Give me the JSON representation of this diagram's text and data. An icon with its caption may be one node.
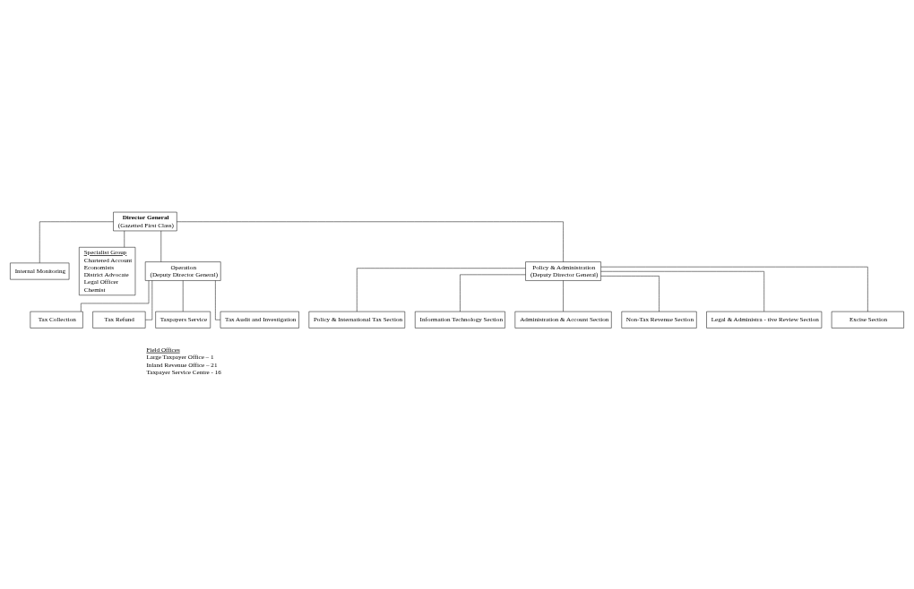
{
  "diagram": {
    "nodes": [
      {
        "text": [
          "Director General",
          "(Gazetted First Class)"
        ]
      },
      {
        "text": [
          "Internal Monitoring"
        ]
      },
      {
        "text": [
          "Specialist Group",
          "Chartered Account",
          "Economists",
          "District Advocate",
          "Legal Officer",
          "Chemist"
        ]
      },
      {
        "text": [
          "Operation",
          "(Deputy Director General)"
        ]
      },
      {
        "text": [
          "Policy & Administration",
          "(Deputy Director General)"
        ]
      },
      {
        "text": [
          "Tax Collection"
        ]
      },
      {
        "text": [
          "Tax Refund"
        ]
      },
      {
        "text": [
          "Taxpayers Service"
        ]
      },
      {
        "text": [
          "Tax Audit and Investigation"
        ]
      },
      {
        "text": [
          "Policy & International Tax Section"
        ]
      },
      {
        "text": [
          "Information Technology Section"
        ]
      },
      {
        "text": [
          "Administration & Account Section"
        ]
      },
      {
        "text": [
          "Non-Tax Revenue Section"
        ]
      },
      {
        "text": [
          "Legal & Administra - tive Review Section"
        ]
      },
      {
        "text": [
          "Excise Section"
        ]
      }
    ],
    "edges": [
      {
        "from": 0,
        "to": 1,
        "arrow": "none"
      },
      {
        "from": 0,
        "to": 2,
        "arrow": "none"
      },
      {
        "from": 0,
        "to": 3,
        "arrow": "none"
      },
      {
        "from": 0,
        "to": 4,
        "arrow": "none"
      },
      {
        "from": 3,
        "to": 5,
        "arrow": "none"
      },
      {
        "from": 3,
        "to": 6,
        "arrow": "none"
      },
      {
        "from": 3,
        "to": 7,
        "arrow": "none"
      },
      {
        "from": 3,
        "to": 8,
        "arrow": "none"
      },
      {
        "from": 4,
        "to": 9,
        "arrow": "none"
      },
      {
        "from": 4,
        "to": 10,
        "arrow": "none"
      },
      {
        "from": 4,
        "to": 11,
        "arrow": "none"
      },
      {
        "from": 4,
        "to": 12,
        "arrow": "none"
      },
      {
        "from": 4,
        "to": 13,
        "arrow": "none"
      },
      {
        "from": 4,
        "to": 14,
        "arrow": "none"
      }
    ],
    "labels": [
      "Field Offices",
      "Large Taxpayer Office – 1",
      "Inland Revenue Office – 21",
      "Taxpayer Service Centre - 16"
    ]
  }
}
